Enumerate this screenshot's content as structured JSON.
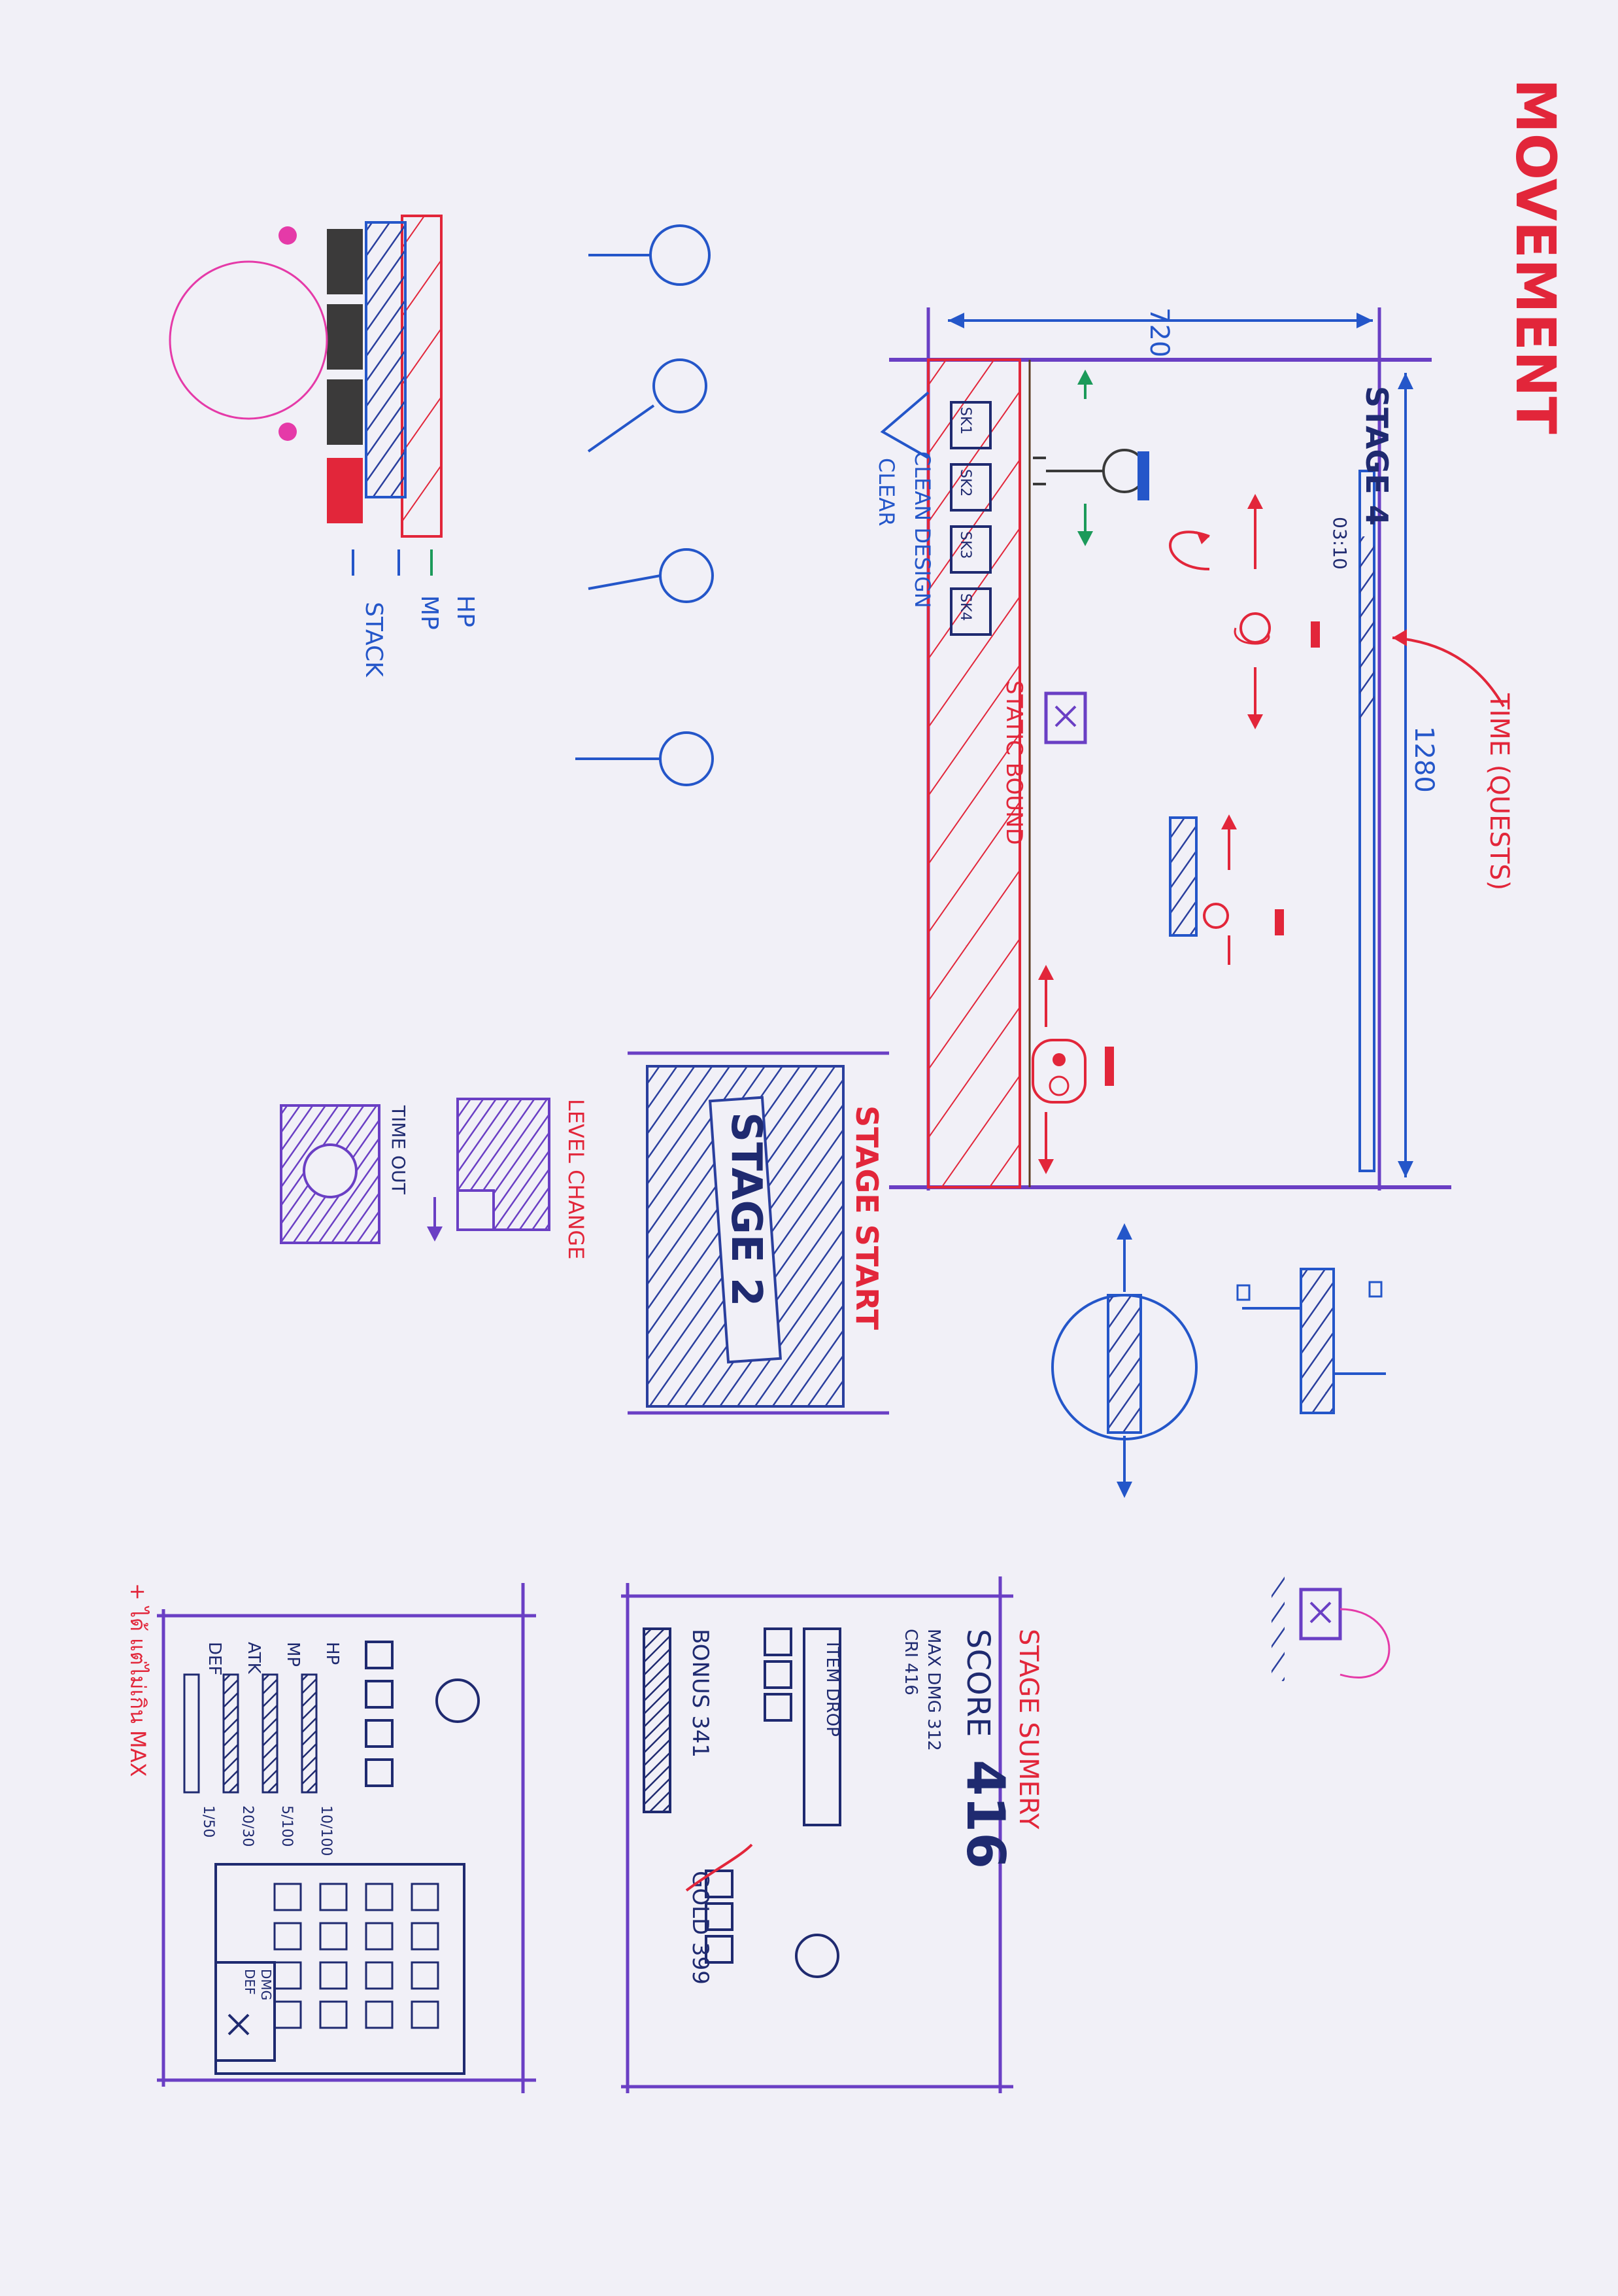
{
  "title": "MOVEMENT",
  "dimensions": {
    "width": "1280",
    "height": "720"
  },
  "game_screen": {
    "stage_label": "STAGE 4",
    "timer": "03:10",
    "skills": [
      "SK1",
      "SK2",
      "SK3",
      "SK4"
    ],
    "notes": {
      "time": "TIME (QUESTS)",
      "static_bound": "STATIC BOUND",
      "clean_design": "CLEAN DESIGN",
      "clear": "CLEAR"
    }
  },
  "hud_bars": {
    "hp": "HP",
    "mp": "MP",
    "stack": "STACK"
  },
  "stage_start": {
    "title": "STAGE START",
    "banner": "STAGE 2"
  },
  "transitions": {
    "level_change": "LEVEL CHANGE",
    "time_out": "TIME OUT"
  },
  "summary": {
    "title": "STAGE SUMERY",
    "score_label": "SCORE",
    "score_value": "416",
    "max_dmg": "MAX DMG 312",
    "cri": "CRI 416",
    "item_drop": "ITEM DROP",
    "bonus": "BONUS 341",
    "gold": "GOLD 399"
  },
  "status": {
    "rows": [
      {
        "label": "HP",
        "value": "10/100"
      },
      {
        "label": "MP",
        "value": "5/100"
      },
      {
        "label": "ATK",
        "value": "20/30"
      },
      {
        "label": "DEF",
        "value": "1/50"
      }
    ],
    "tooltip": [
      "DMG",
      "DEF"
    ],
    "note": "+ ได้ แต่ไม่เกิน MAX"
  },
  "colors": {
    "red": "#e2263a",
    "blue": "#2456c9",
    "purple": "#6a3fc4",
    "green": "#1c9a5a",
    "pink": "#e53aa8",
    "navy": "#1f2a70"
  }
}
